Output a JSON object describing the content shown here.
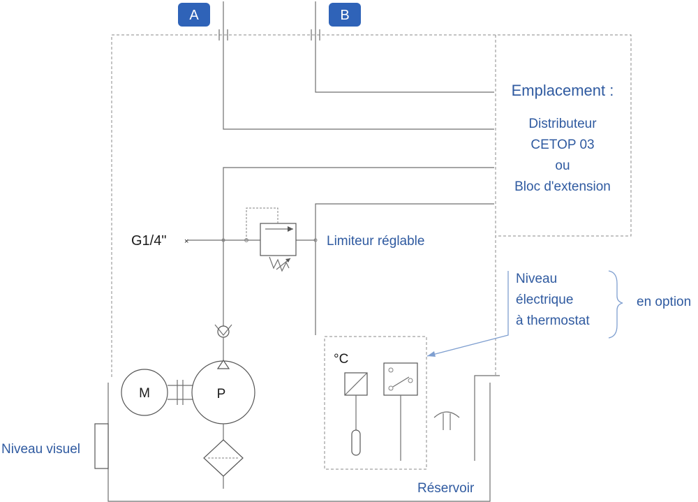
{
  "ports": {
    "a": "A",
    "b": "B"
  },
  "location": {
    "title": "Emplacement :",
    "line1": "Distributeur",
    "line2": "CETOP 03",
    "line3": "ou",
    "line4": "Bloc d'extension"
  },
  "limiter": {
    "port_label": "G1/4\"",
    "label": "Limiteur réglable"
  },
  "electric_level": {
    "line1": "Niveau",
    "line2": "électrique",
    "line3": "à thermostat",
    "option": "en option",
    "temp_unit": "°C"
  },
  "motor": "M",
  "pump": "P",
  "visual_level": "Niveau visuel",
  "reservoir": "Réservoir",
  "colors": {
    "accent": "#2f63b8",
    "label_blue": "#2f5aa0",
    "line": "#6f6f6f"
  }
}
